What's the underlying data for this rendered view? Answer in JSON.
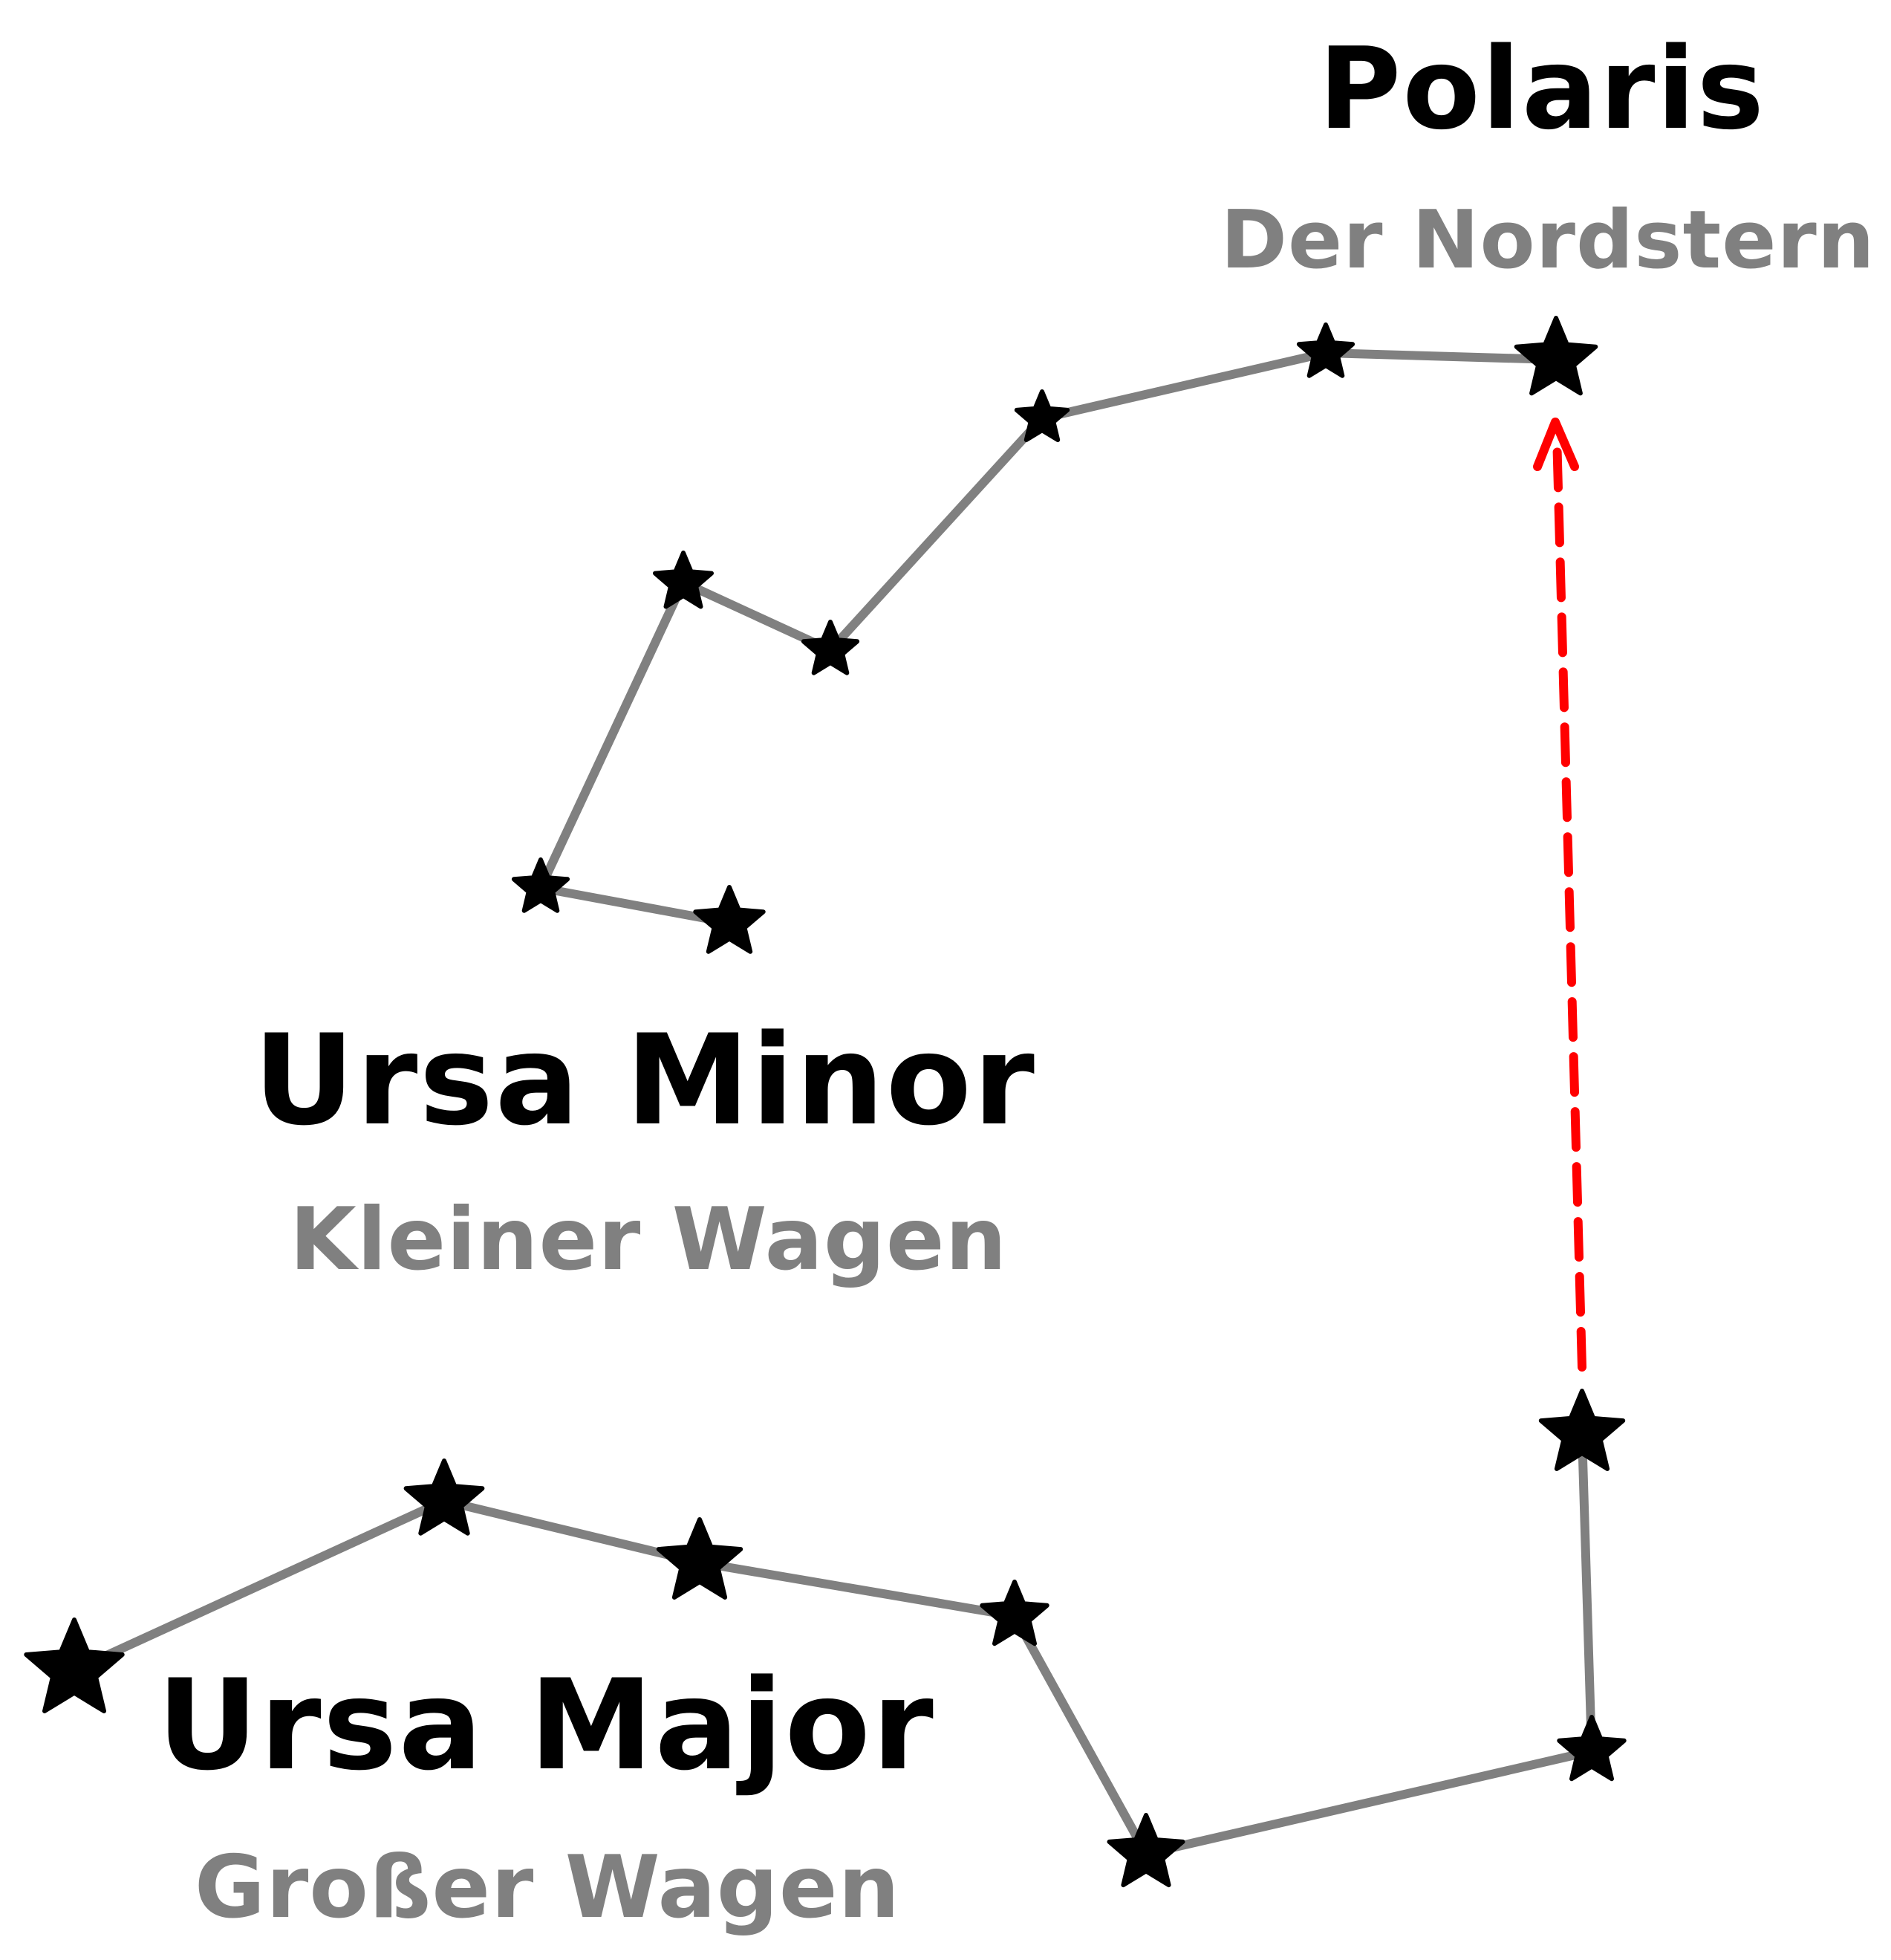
{
  "colors": {
    "star": "#000000",
    "constellation_line": "#808080",
    "pointer_arrow": "#ff0000",
    "title_text": "#000000",
    "subtitle_text": "#808080"
  },
  "labels": {
    "polaris": {
      "title": "Polaris",
      "subtitle": "Der Nordstern"
    },
    "ursa_minor": {
      "title": "Ursa Minor",
      "subtitle": "Kleiner Wagen"
    },
    "ursa_major": {
      "title": "Ursa Major",
      "subtitle": "Großer Wagen"
    }
  },
  "icons": {
    "star": "star-icon",
    "arrowhead": "arrowhead-icon"
  }
}
